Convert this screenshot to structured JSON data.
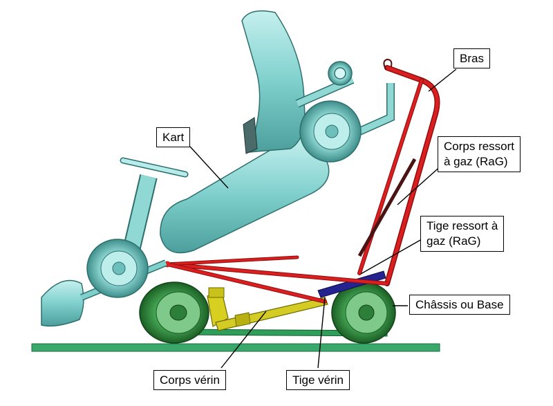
{
  "labels": {
    "bras": "Bras",
    "kart": "Kart",
    "corps_ressort_l1": "Corps ressort",
    "corps_ressort_l2": "à gaz (RaG)",
    "tige_ressort_l1": "Tige ressort à",
    "tige_ressort_l2": "gaz (RaG)",
    "chassis": "Châssis ou Base",
    "corps_verin": "Corps vérin",
    "tige_verin": "Tige vérin"
  },
  "colors": {
    "kart": "#7fd0cd",
    "kart_stroke": "#2d6f6d",
    "frame_red": "#d91f1f",
    "chassis_green": "#2f9e5a",
    "wheel_green": "#1f7a2f",
    "jack_yellow": "#c9c21a",
    "spring_blue": "#24238f",
    "ground": "#3aa86b"
  }
}
